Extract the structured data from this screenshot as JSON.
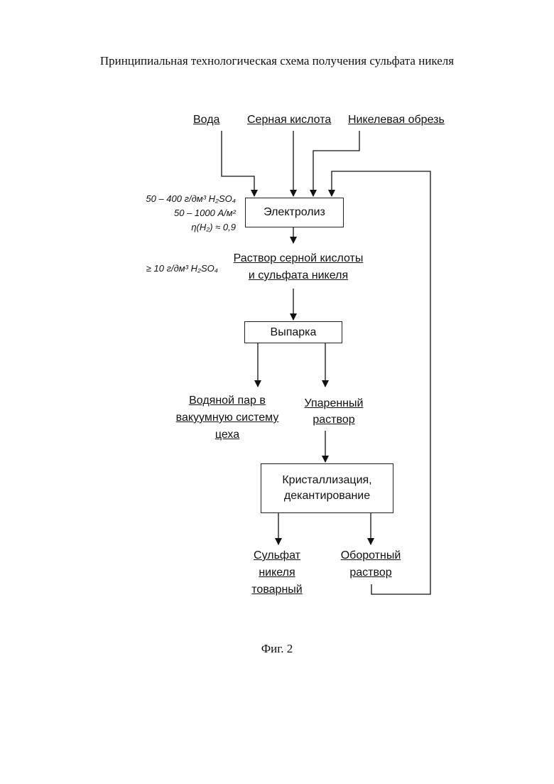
{
  "title": "Принципиальная технологическая схема получения сульфата никеля",
  "inputs": {
    "water": "Вода",
    "sulfuric_acid": "Серная кислота",
    "nickel_scrap": "Никелевая обрезь"
  },
  "electrolysis": {
    "label": "Электролиз",
    "params": {
      "concentration": "50 – 400 г/дм³ H₂SO₄",
      "current_density": "50 – 1000 А/м²",
      "efficiency": "η(H₂) ≈ 0,9"
    }
  },
  "solution": {
    "line1": "Раствор серной кислоты",
    "line2": "и сульфата никеля",
    "param": "≥ 10 г/дм³ H₂SO₄"
  },
  "evaporation": {
    "label": "Выпарка"
  },
  "steam": {
    "line1": "Водяной пар в",
    "line2": "вакуумную систему",
    "line3": "цеха"
  },
  "evaporated": {
    "line1": "Упаренный",
    "line2": "раствор"
  },
  "crystallization": {
    "line1": "Кристаллизация,",
    "line2": "декантирование"
  },
  "product": {
    "line1": "Сульфат",
    "line2": "никеля",
    "line3": "товарный"
  },
  "recycle": {
    "line1": "Оборотный",
    "line2": "раствор"
  },
  "figure_caption": "Фиг. 2"
}
